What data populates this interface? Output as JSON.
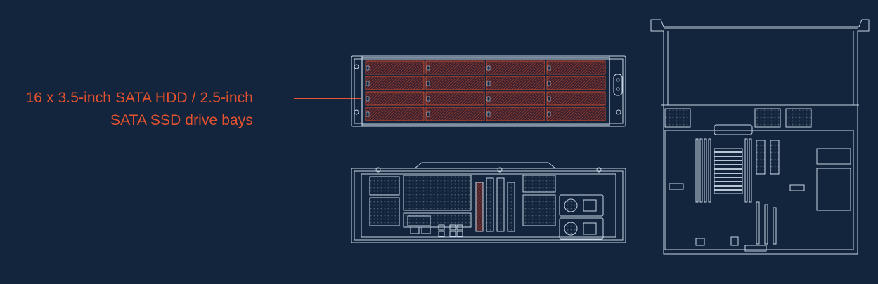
{
  "annotation": {
    "line1": "16 x 3.5-inch SATA HDD / 2.5-inch",
    "line2": "SATA SSD drive bays"
  },
  "colors": {
    "background": "#13253c",
    "accent": "#e8522e",
    "lineart": "#c9d6e6",
    "bay_fill": "#5a2a2a"
  },
  "drive_bays": {
    "rows": 4,
    "columns": 4
  }
}
